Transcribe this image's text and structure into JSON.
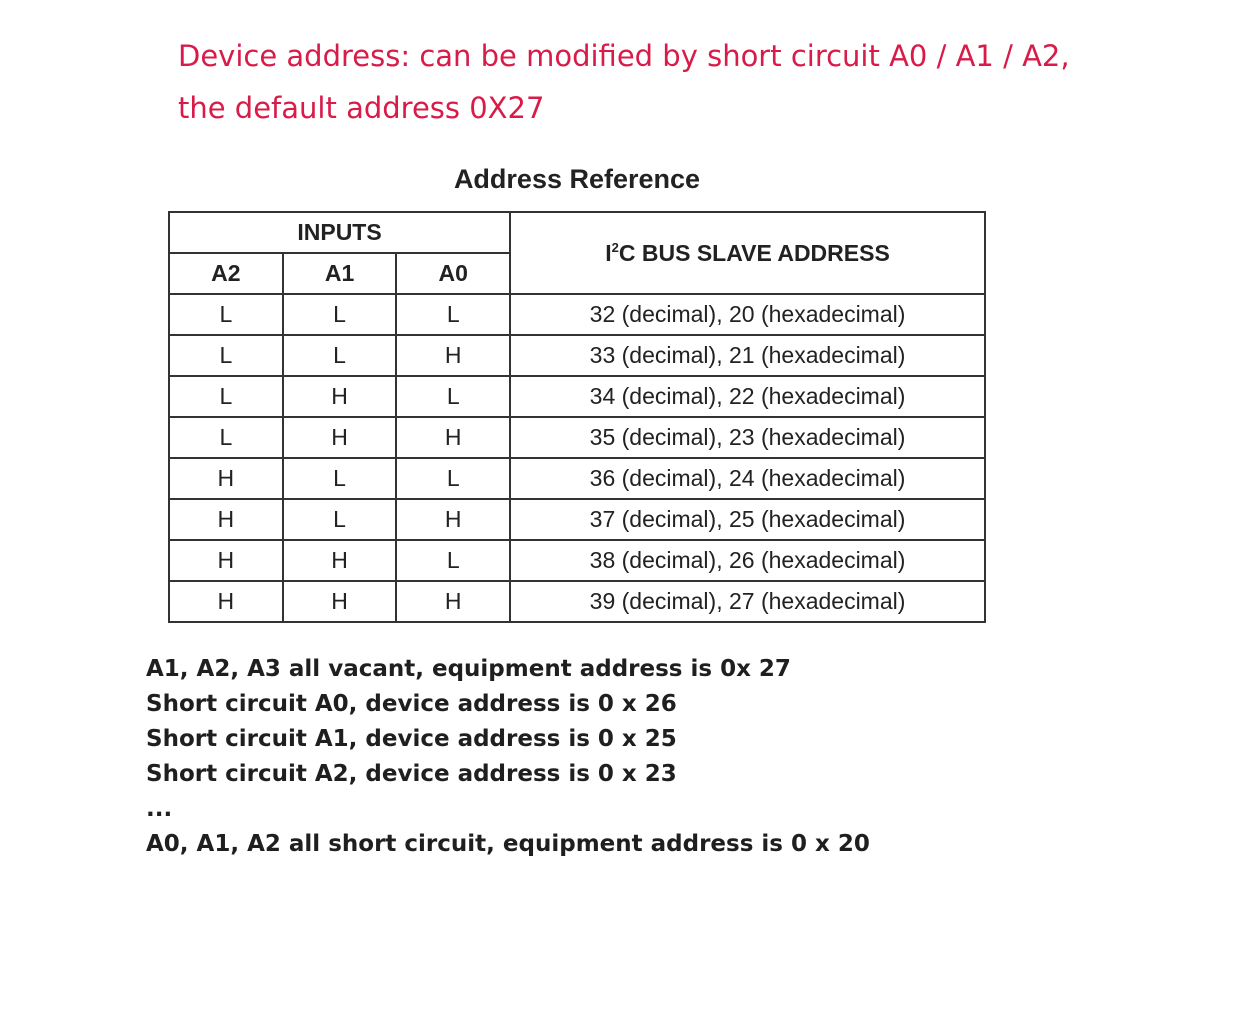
{
  "intro": {
    "line1": "Device address: can be modified by short circuit A0 / A1 / A2,",
    "line2": "the default address 0X27"
  },
  "table": {
    "title": "Address Reference",
    "inputs_header": "INPUTS",
    "address_header_pre": "I",
    "address_header_sup": "2",
    "address_header_post": "C BUS SLAVE ADDRESS",
    "columns": [
      "A2",
      "A1",
      "A0"
    ],
    "rows": [
      {
        "a2": "L",
        "a1": "L",
        "a0": "L",
        "address": "32 (decimal), 20 (hexadecimal)"
      },
      {
        "a2": "L",
        "a1": "L",
        "a0": "H",
        "address": "33 (decimal), 21 (hexadecimal)"
      },
      {
        "a2": "L",
        "a1": "H",
        "a0": "L",
        "address": "34 (decimal), 22 (hexadecimal)"
      },
      {
        "a2": "L",
        "a1": "H",
        "a0": "H",
        "address": "35 (decimal), 23 (hexadecimal)"
      },
      {
        "a2": "H",
        "a1": "L",
        "a0": "L",
        "address": "36 (decimal), 24 (hexadecimal)"
      },
      {
        "a2": "H",
        "a1": "L",
        "a0": "H",
        "address": "37 (decimal), 25 (hexadecimal)"
      },
      {
        "a2": "H",
        "a1": "H",
        "a0": "L",
        "address": "38 (decimal), 26 (hexadecimal)"
      },
      {
        "a2": "H",
        "a1": "H",
        "a0": "H",
        "address": "39 (decimal), 27 (hexadecimal)"
      }
    ]
  },
  "notes": [
    "A1, A2, A3 all vacant, equipment address is 0x  27",
    "Short circuit A0, device address is 0 x 26",
    "Short circuit A1, device address is 0 x 25",
    "Short circuit A2, device address is 0 x 23",
    "...",
    "A0, A1, A2 all short circuit, equipment address is 0 x 20"
  ],
  "colors": {
    "intro_text": "#d81b48",
    "table_border": "#333333",
    "body_text": "#1f1f1f"
  }
}
